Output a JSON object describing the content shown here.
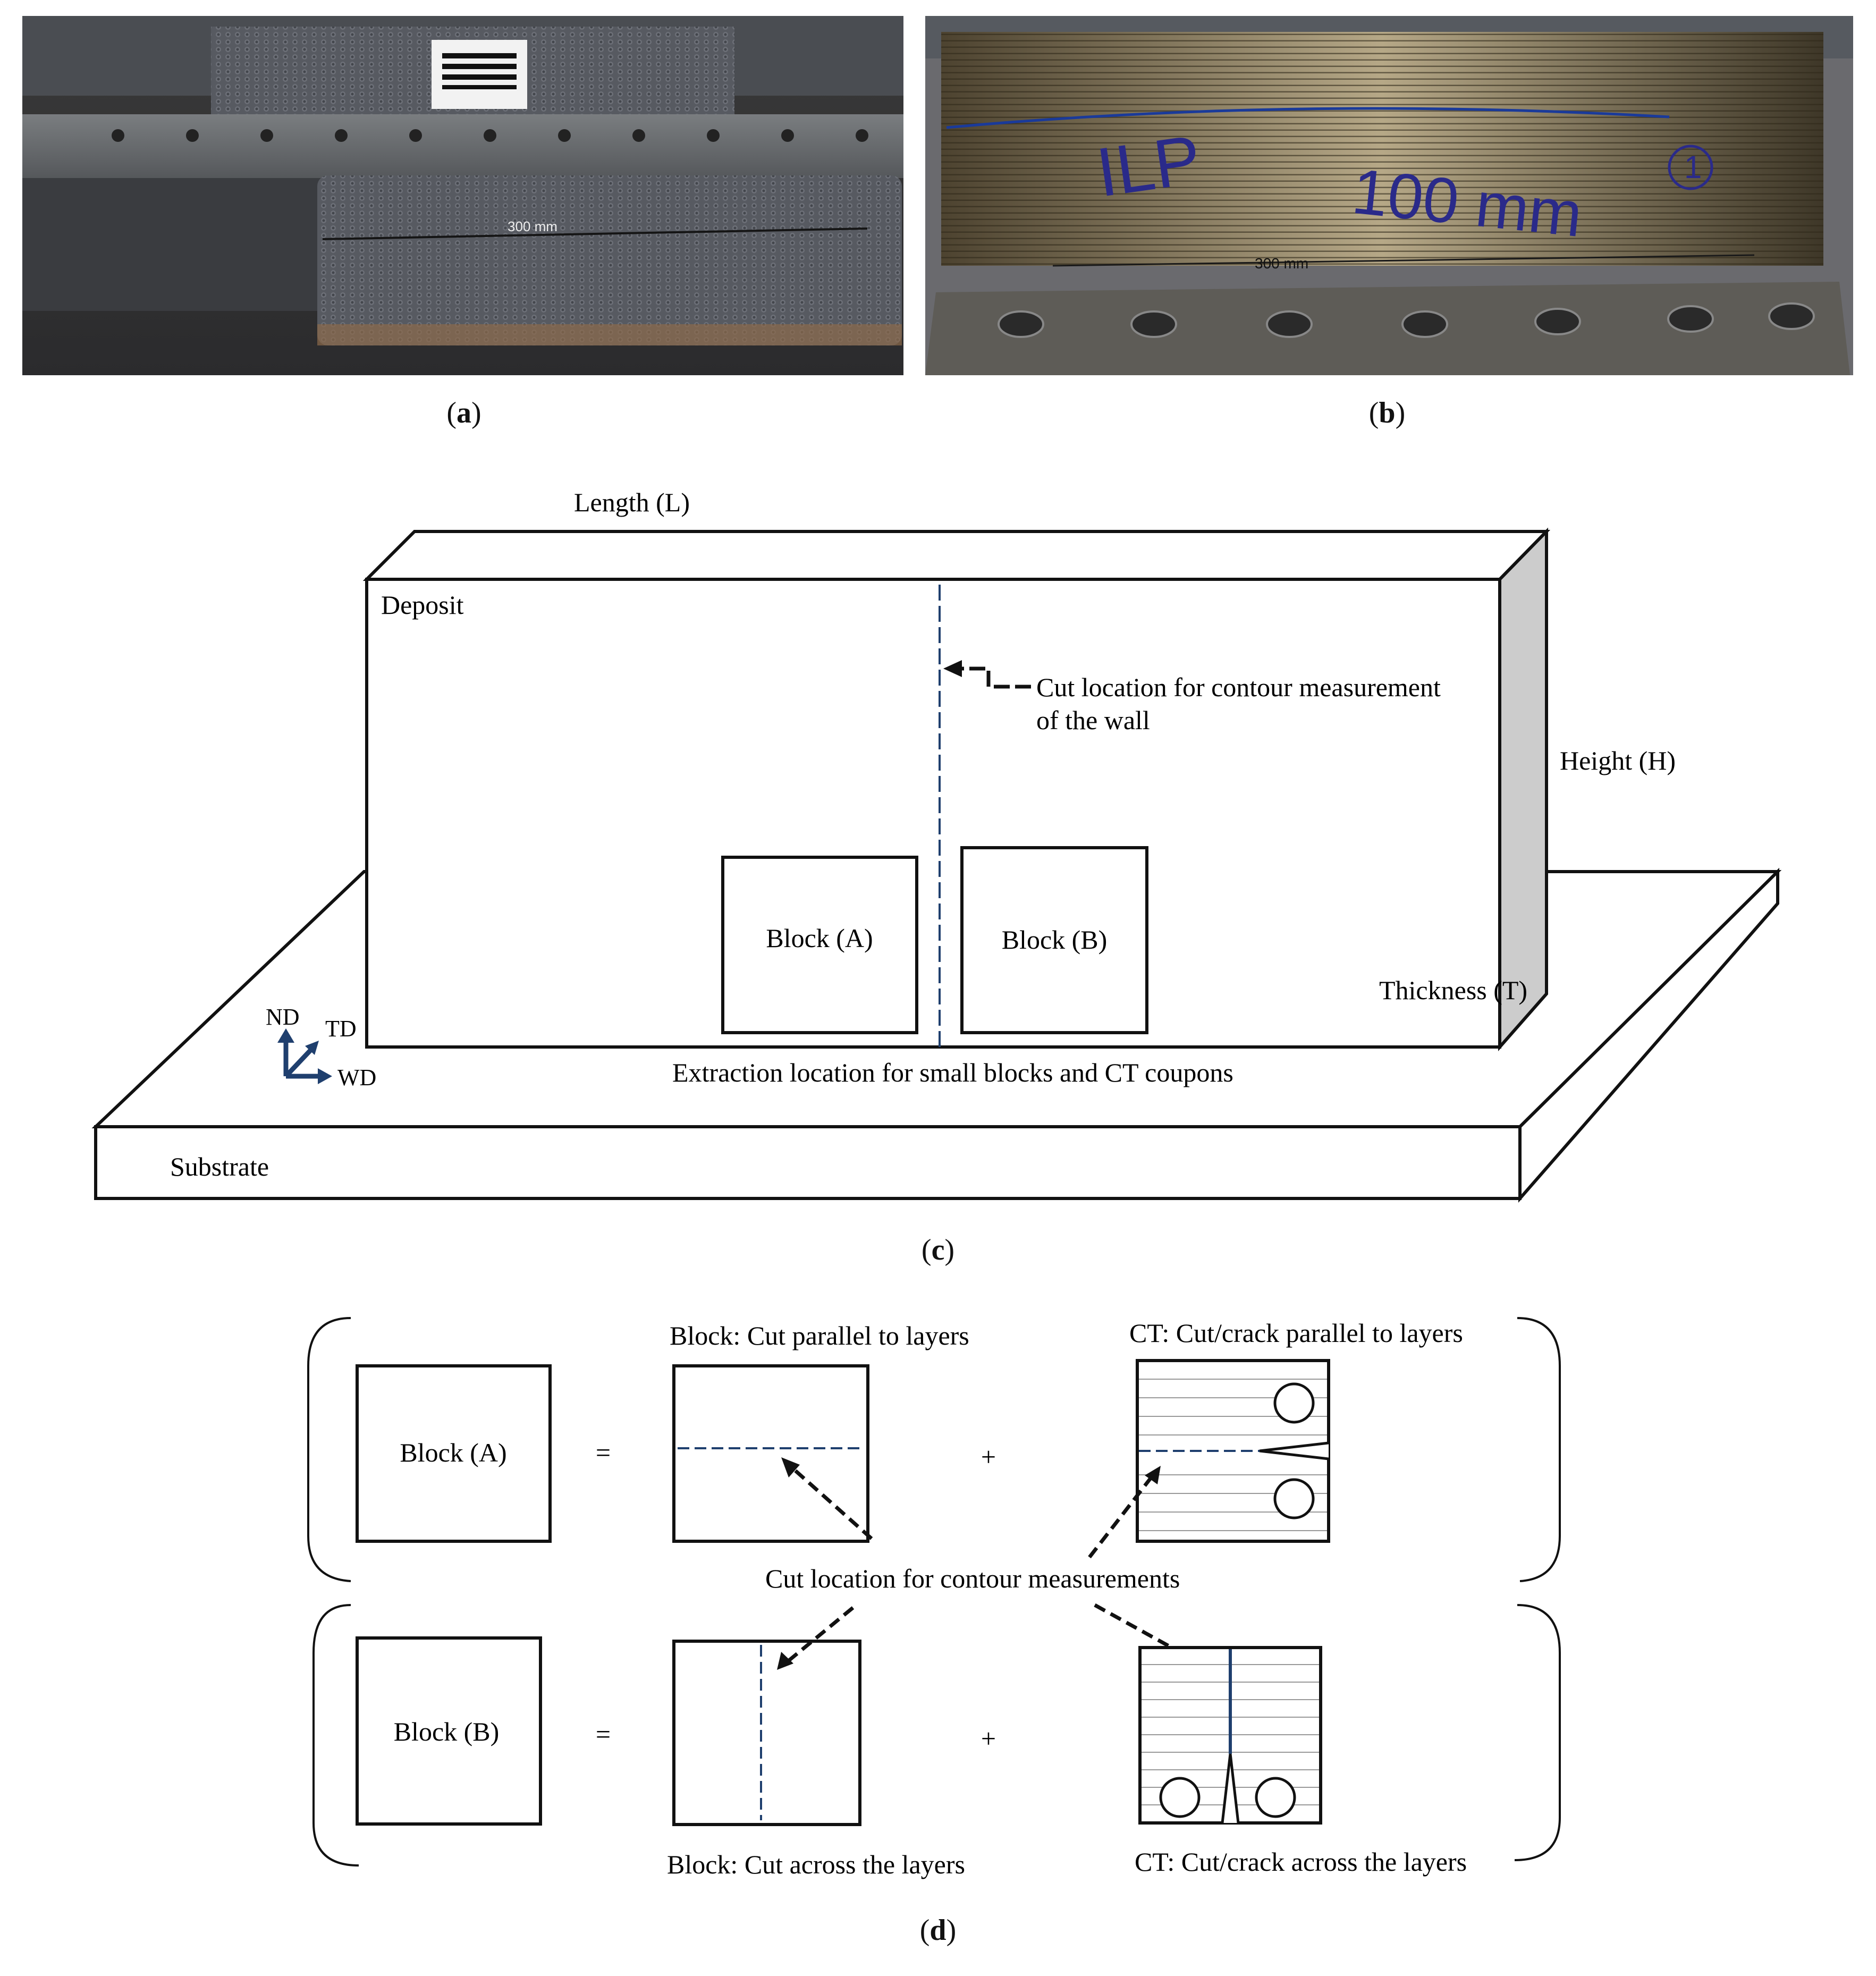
{
  "photo_a": {
    "dimension_label": "300 mm",
    "caption_letter": "a"
  },
  "photo_b": {
    "handwriting": [
      "ILP",
      "100 mm",
      "1"
    ],
    "dimension_label": "300 mm",
    "caption_letter": "b"
  },
  "diagram_c": {
    "length_label": "Length (L)",
    "height_label": "Height (H)",
    "thickness_label": "Thickness (T)",
    "deposit_label": "Deposit",
    "substrate_label": "Substrate",
    "cut_location_line1": "Cut location for contour measurement",
    "cut_location_line2": "of the wall",
    "block_a_label": "Block (A)",
    "block_b_label": "Block (B)",
    "extraction_label": "Extraction location for small blocks and CT coupons",
    "axes": {
      "nd": "ND",
      "td": "TD",
      "wd": "WD"
    },
    "caption_letter": "c",
    "accent_color": "#1f3f6e"
  },
  "diagram_d": {
    "block_a_label": "Block (A)",
    "block_b_label": "Block (B)",
    "equals": "=",
    "plus": "+",
    "block_parallel_label": "Block: Cut parallel to layers",
    "ct_parallel_label": "CT: Cut/crack parallel to layers",
    "cut_contour_label": "Cut location for contour measurements",
    "block_across_label": "Block: Cut across the layers",
    "ct_across_label": "CT: Cut/crack across the layers",
    "caption_letter": "d"
  }
}
